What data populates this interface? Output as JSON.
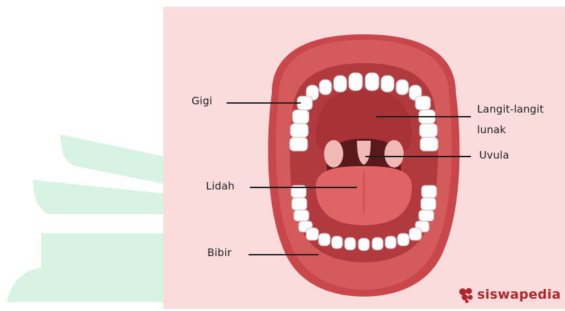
{
  "labels": {
    "teeth": "Gigi",
    "soft_palate_line1": "Langit-langit",
    "soft_palate_line2": "lunak",
    "uvula": "Uvula",
    "tongue": "Lidah",
    "lips": "Bibir"
  },
  "brand": {
    "name": "siswapedia",
    "icon": "grape-cluster-logo-icon"
  },
  "colors": {
    "panel_background": "#fbdcdc",
    "lips": "#c9474a",
    "mouth_interior": "#b03a3e",
    "throat": "#5a1a1c",
    "tongue": "#e06466",
    "teeth": "#ffffff",
    "brand": "#b0262b",
    "decoration": "#d8f3e4"
  }
}
